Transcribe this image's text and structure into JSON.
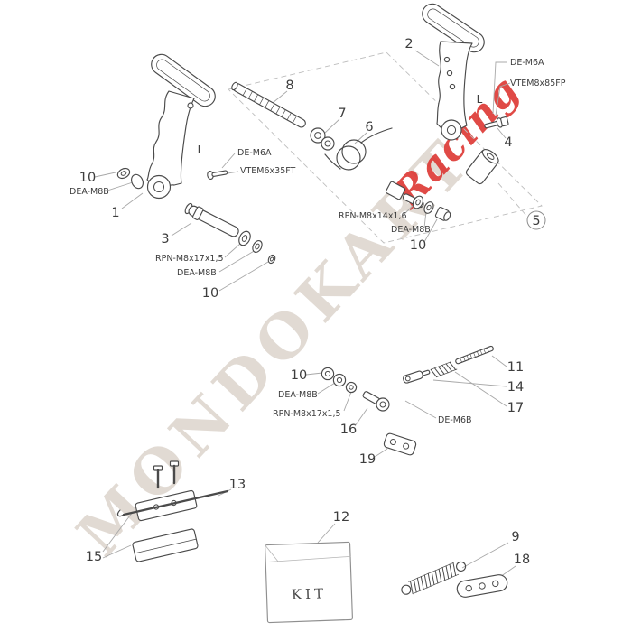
{
  "watermark": {
    "main": "MONDOKART",
    "accent": "Racing"
  },
  "kit": {
    "label": "KIT"
  },
  "callouts": {
    "n1": "1",
    "n2": "2",
    "n3": "3",
    "n4": "4",
    "n5": "5",
    "n6": "6",
    "n7": "7",
    "n8": "8",
    "n9": "9",
    "n10": "10",
    "n11": "11",
    "n12": "12",
    "n13": "13",
    "n14": "14",
    "n15": "15",
    "n16": "16",
    "n17": "17",
    "n18": "18",
    "n19": "19",
    "L": "L"
  },
  "part_codes": {
    "de_m6a": "DE-M6A",
    "vtem8x85fp": "VTEM8x85FP",
    "vtem6x35ft": "VTEM6x35FT",
    "dea_m8b": "DEA-M8B",
    "rpn_m8x14x16": "RPN-M8x14x1,6",
    "rpn_m8x17x15": "RPN-M8x17x1,5",
    "de_m6b": "DE-M6B"
  },
  "colors": {
    "line": "#4a4a4a",
    "leader": "#a8a8a8",
    "label_text": "#3d3d3d",
    "watermark": "#dad2c9",
    "accent_red": "#dd3733"
  }
}
